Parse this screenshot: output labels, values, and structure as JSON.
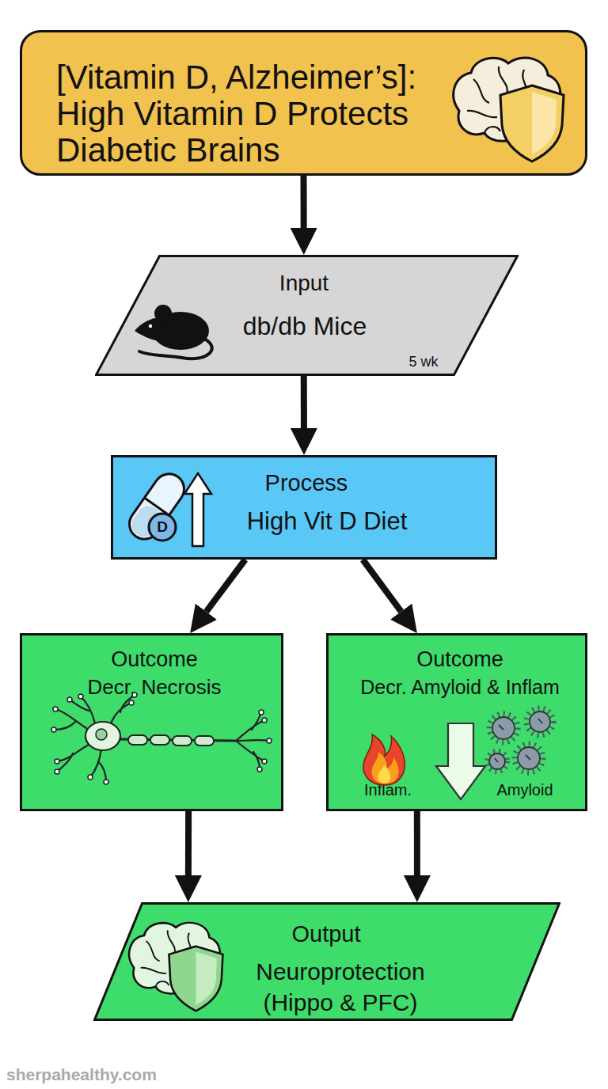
{
  "diagram": {
    "nodes": [
      {
        "text": [
          "[Vitamin D, Alzheimer’s]: High Vitamin D Protects Diabetic Brains"
        ]
      },
      {
        "text": [
          "Input",
          "db/db Mice",
          "5 wk"
        ]
      },
      {
        "text": [
          "Process",
          "High Vit D Diet"
        ]
      },
      {
        "text": [
          "Outcome",
          "Decr. Necrosis"
        ]
      },
      {
        "text": [
          "Outcome",
          "Decr. Amyloid & Inflam",
          "Inflam.",
          "Amyloid"
        ]
      },
      {
        "text": [
          "Output",
          "Neuroprotection (Hippo & PFC)"
        ]
      }
    ],
    "edges": [
      {
        "from": 0,
        "to": 1,
        "arrow": "to"
      },
      {
        "from": 1,
        "to": 2,
        "arrow": "to"
      },
      {
        "from": 2,
        "to": 3,
        "arrow": "to"
      },
      {
        "from": 2,
        "to": 4,
        "arrow": "to"
      },
      {
        "from": 3,
        "to": 5,
        "arrow": "to"
      },
      {
        "from": 4,
        "to": 5,
        "arrow": "to"
      }
    ],
    "labels": [
      "D",
      "sherpahealthy.com"
    ]
  }
}
